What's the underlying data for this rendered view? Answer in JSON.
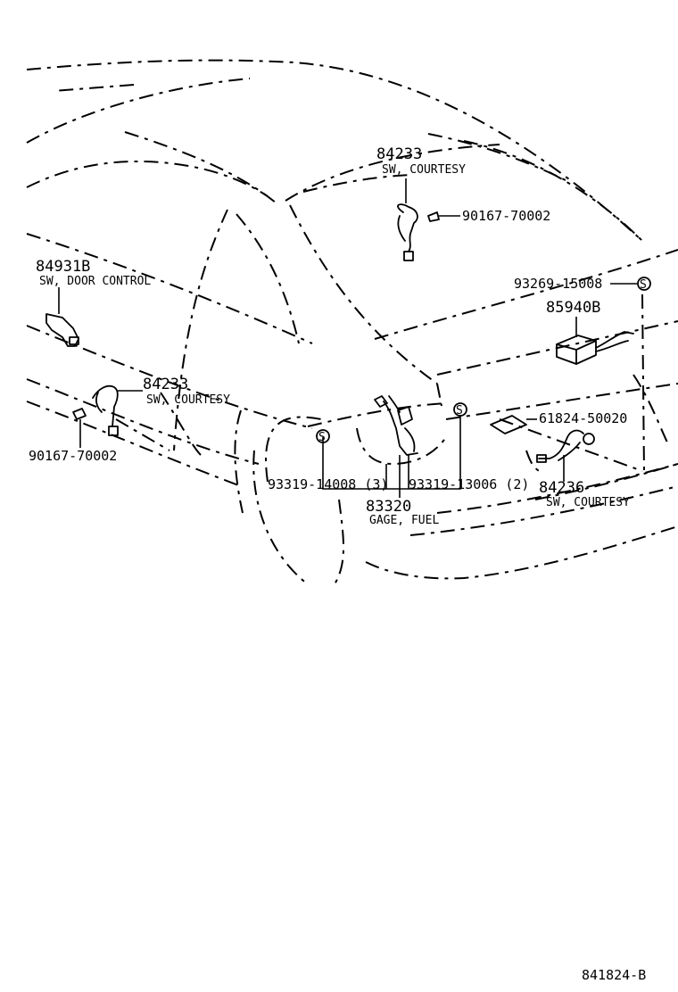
{
  "labels": {
    "courtesy_top_part": "84233",
    "courtesy_top_desc": "SW, COURTESY",
    "screw_top": "90167-70002",
    "door_control_part": "84931B",
    "door_control_desc": "SW, DOOR CONTROL",
    "courtesy_left_part": "84233",
    "courtesy_left_desc": "SW, COURTESY",
    "screw_left": "90167-70002",
    "clip_right": "93269-15008",
    "switch_part": "85940B",
    "plate": "61824-50020",
    "screw_14008": "93319-14008 (3)",
    "screw_13006": "93319-13006 (2)",
    "fuel_gage_part": "83320",
    "fuel_gage_desc": "GAGE, FUEL",
    "courtesy_right_part": "84236",
    "courtesy_right_desc": "SW, COURTESY",
    "figure_id": "841824-B"
  }
}
